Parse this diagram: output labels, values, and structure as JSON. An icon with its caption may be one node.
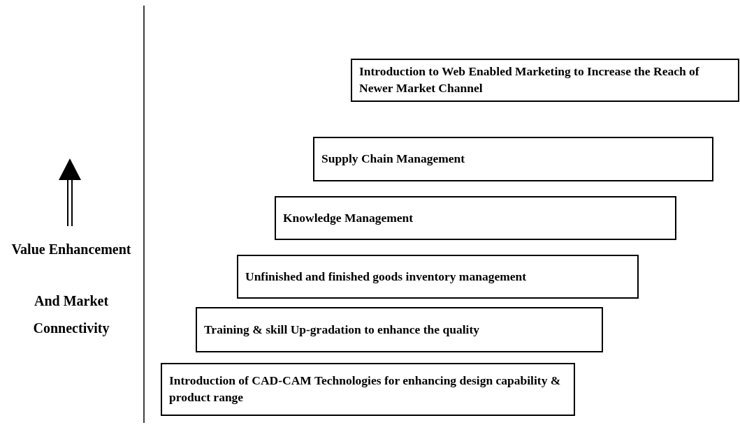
{
  "diagram": {
    "nodes": [
      {
        "text": [
          "Introduction to Web Enabled Marketing to Increase the Reach of Newer Market Channel"
        ]
      },
      {
        "text": [
          "Supply Chain Management"
        ]
      },
      {
        "text": [
          "Knowledge Management"
        ]
      },
      {
        "text": [
          "Unfinished and finished goods inventory management"
        ]
      },
      {
        "text": [
          "Training & skill Up-gradation to enhance the quality"
        ]
      },
      {
        "text": [
          "Introduction of CAD-CAM Technologies for enhancing design capability & product range"
        ]
      }
    ],
    "edges": [],
    "labels": [
      "Value Enhancement",
      "And Market",
      "Connectivity"
    ]
  }
}
